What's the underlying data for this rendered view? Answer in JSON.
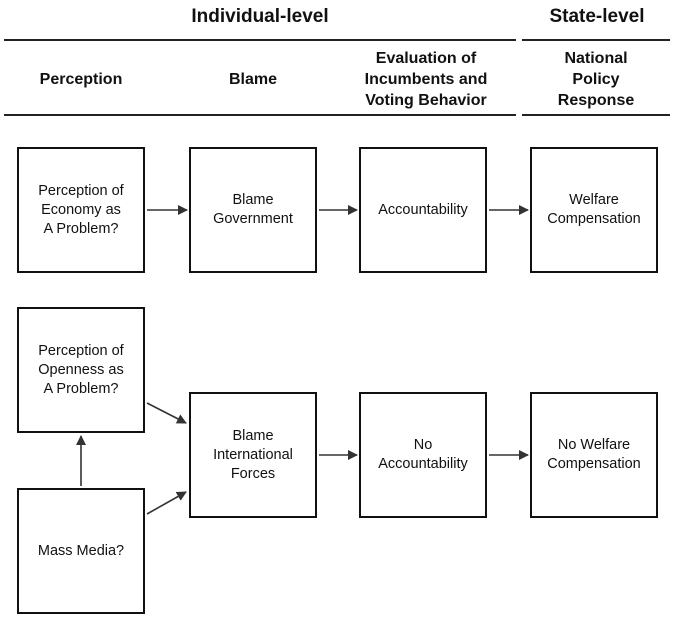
{
  "header": {
    "individual_level": "Individual-level",
    "state_level": "State-level",
    "columns": {
      "perception": "Perception",
      "blame": "Blame",
      "evaluation": "Evaluation of\nIncumbents and\nVoting Behavior",
      "response": "National\nPolicy\nResponse"
    }
  },
  "boxes": {
    "economy": "Perception of\nEconomy as\nA Problem?",
    "blame_government": "Blame\nGovernment",
    "accountability": "Accountability",
    "welfare_compensation": "Welfare\nCompensation",
    "openness": "Perception of\nOpenness as\nA Problem?",
    "blame_international": "Blame\nInternational\nForces",
    "no_accountability": "No\nAccountability",
    "no_welfare_compensation": "No Welfare\nCompensation",
    "mass_media": "Mass Media?"
  }
}
